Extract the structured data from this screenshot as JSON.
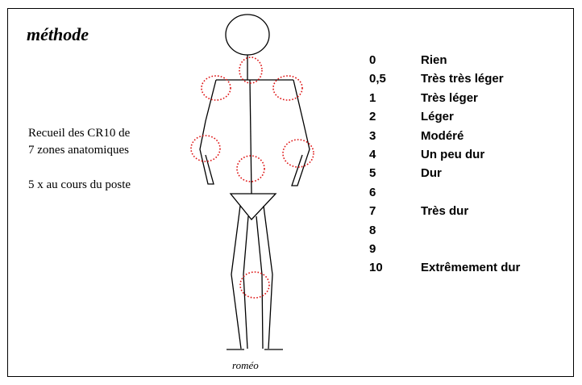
{
  "title": "méthode",
  "notes": {
    "line1": "Recueil des CR10 de",
    "line2": "7 zones anatomiques",
    "line3": "5 x au cours du poste"
  },
  "caption": "roméo",
  "scale": [
    {
      "value": "0",
      "label": "Rien"
    },
    {
      "value": "0,5",
      "label": "Très très léger"
    },
    {
      "value": "1",
      "label": "Très léger"
    },
    {
      "value": "2",
      "label": "Léger"
    },
    {
      "value": "3",
      "label": "Modéré"
    },
    {
      "value": "4",
      "label": "Un peu dur"
    },
    {
      "value": "5",
      "label": "Dur"
    },
    {
      "value": "6",
      "label": ""
    },
    {
      "value": "7",
      "label": "Très dur"
    },
    {
      "value": "8",
      "label": ""
    },
    {
      "value": "9",
      "label": ""
    },
    {
      "value": "10",
      "label": "Extrêmement dur"
    }
  ],
  "colors": {
    "figure": "#000000",
    "zone": "#dd1111"
  }
}
